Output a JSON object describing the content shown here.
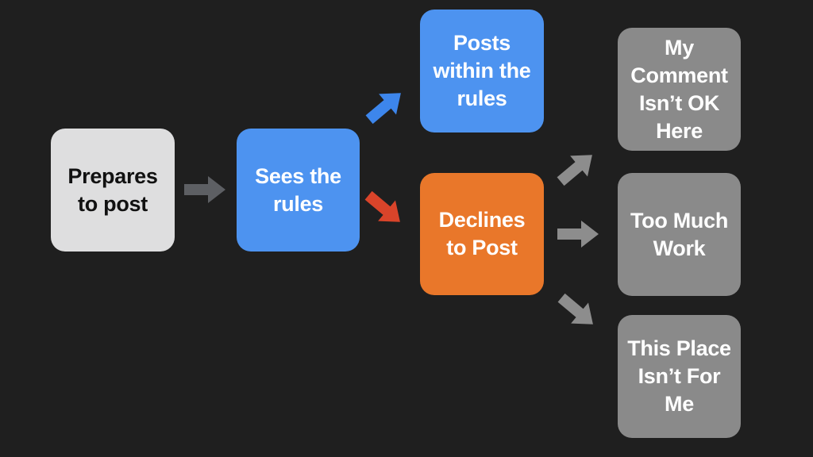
{
  "nodes": {
    "prepares": "Prepares\nto post",
    "sees": "Sees the\nrules",
    "posts": "Posts\nwithin the\nrules",
    "declines": "Declines\nto Post",
    "comment": "My\nComment\nIsn’t OK\nHere",
    "work": "Too Much\nWork",
    "place": "This Place\nIsn’t For\nMe"
  },
  "colors": {
    "background": "#1f1f1f",
    "neutral_box": "#dededf",
    "blue_box": "#4d93f0",
    "orange_box": "#e9772a",
    "gray_box": "#8a8a8a",
    "arrow_gray": "#5d5f63",
    "arrow_blue": "#3d86ec",
    "arrow_red": "#d9442a",
    "arrow_light_gray": "#8d8d8d"
  },
  "edges": [
    {
      "from": "prepares",
      "to": "sees",
      "color": "arrow_gray"
    },
    {
      "from": "sees",
      "to": "posts",
      "color": "arrow_blue"
    },
    {
      "from": "sees",
      "to": "declines",
      "color": "arrow_red"
    },
    {
      "from": "declines",
      "to": "comment",
      "color": "arrow_light_gray"
    },
    {
      "from": "declines",
      "to": "work",
      "color": "arrow_light_gray"
    },
    {
      "from": "declines",
      "to": "place",
      "color": "arrow_light_gray"
    }
  ]
}
